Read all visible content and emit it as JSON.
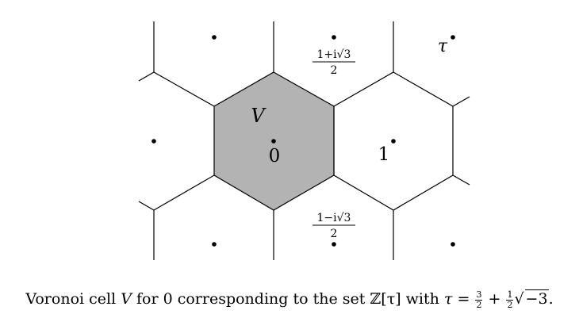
{
  "labels": {
    "cell": "V",
    "origin": "0",
    "one": "1",
    "tau": "τ",
    "upper_num": "1+i√3",
    "upper_den": "2",
    "lower_num": "1−i√3",
    "lower_den": "2"
  },
  "caption": {
    "prefix": "Voronoi cell ",
    "cell": "V",
    "mid1": " for 0 corresponding to the set ",
    "set_symbol": "ℤ",
    "set_arg": "[τ]",
    "mid2": " with ",
    "tau": "τ",
    "eq": " = ",
    "f1_num": "3",
    "f1_den": "2",
    "plus": " + ",
    "f2_num": "1",
    "f2_den": "2",
    "root_sign": "√",
    "root_arg": "−3",
    "end": "."
  },
  "colors": {
    "cell_fill": "#b3b3b3",
    "lines": "#000000",
    "points": "#000000"
  }
}
